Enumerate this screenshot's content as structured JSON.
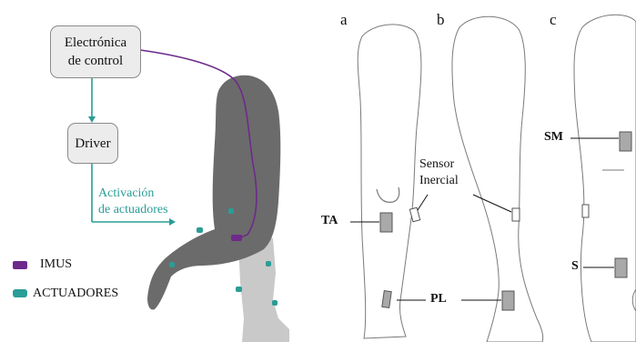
{
  "control_box": {
    "line1": "Electrónica",
    "line2": "de control"
  },
  "driver_box": {
    "label": "Driver"
  },
  "activation": {
    "line1": "Activación",
    "line2": "de actuadores"
  },
  "legend": {
    "imus": "IMUS",
    "actuadores": "ACTUADORES"
  },
  "panels": {
    "a": "a",
    "b": "b",
    "c": "c"
  },
  "sensor_label": {
    "line1": "Sensor",
    "line2": "Inercial"
  },
  "muscles": {
    "ta": "TA",
    "pl": "PL",
    "sm": "SM",
    "s": "S"
  },
  "colors": {
    "imu": "#6d2a8a",
    "actuator": "#2a9d96",
    "leg_dark": "#6b6b6b",
    "leg_light": "#c9c9c9",
    "sensor_fill": "#a9a9a9",
    "outline": "#7a7a7a"
  }
}
